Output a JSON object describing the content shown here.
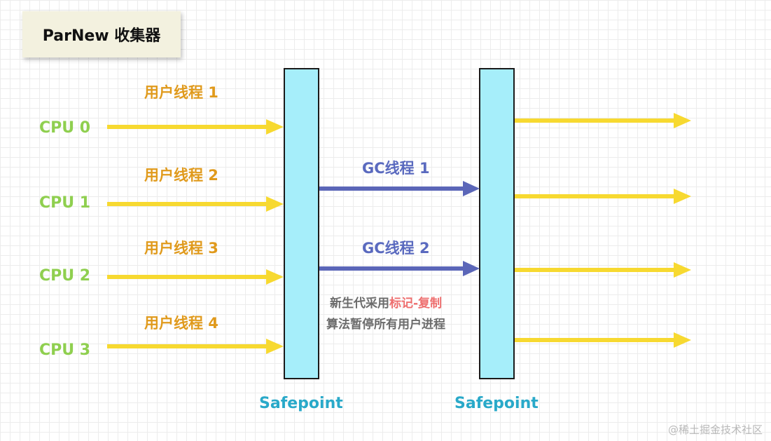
{
  "title": "ParNew 收集器",
  "cpus": [
    "CPU 0",
    "CPU 1",
    "CPU 2",
    "CPU 3"
  ],
  "user_threads": [
    "用户线程 1",
    "用户线程 2",
    "用户线程 3",
    "用户线程 4"
  ],
  "gc_threads": [
    "GC线程 1",
    "GC线程 2"
  ],
  "safepoints": [
    "Safepoint",
    "Safepoint"
  ],
  "note": {
    "line1_prefix": "新生代采用",
    "line1_highlight": "标记-复制",
    "line2": "算法暂停所有用户进程"
  },
  "watermark": "@稀土掘金技术社区",
  "colors": {
    "user_arrow": "#f7d930",
    "gc_arrow": "#5b66b8",
    "safepoint_fill": "#a6eefa",
    "cpu_text": "#8fcf4f",
    "user_text": "#e09a1c",
    "gc_text": "#5a6abf",
    "safepoint_text": "#29a9c9",
    "highlight_text": "#ee6f6f"
  }
}
